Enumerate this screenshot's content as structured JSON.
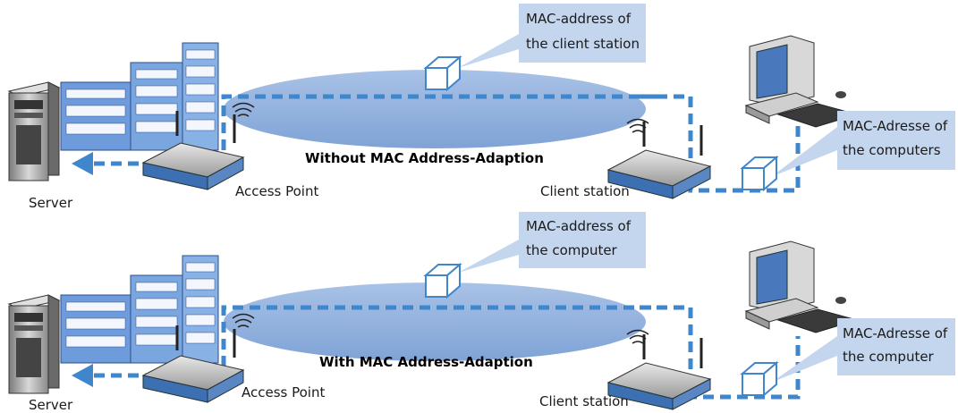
{
  "colors": {
    "link": "#3f86cc",
    "cloud": "#8fb0de",
    "callout": "#c4d6ee",
    "building": "#6e9bdb",
    "router": "#3d6fb3"
  },
  "top": {
    "title": "Without MAC Address-Adaption",
    "server_label": "Server",
    "ap_label": "Access Point",
    "client_label": "Client station",
    "callout_upper": [
      "MAC-address of",
      "the client station"
    ],
    "callout_lower": [
      "MAC-Adresse of",
      "the computers"
    ]
  },
  "bottom": {
    "title": "With MAC Address-Adaption",
    "server_label": "Server",
    "ap_label": "Access Point",
    "client_label": "Client station",
    "callout_upper": [
      "MAC-address of",
      "the computer"
    ],
    "callout_lower": [
      "MAC-Adresse of",
      "the computer"
    ]
  }
}
